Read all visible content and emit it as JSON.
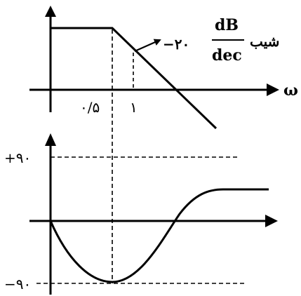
{
  "magnitude_plot": {
    "slope_word": "شیب",
    "slope_coefficient": "−۲۰",
    "slope_unit_numerator": "dB",
    "slope_unit_denominator": "dec",
    "corner_frequency_label": "۰/۵",
    "unit_frequency_label": "۱",
    "x_axis_label": "ω"
  },
  "phase_plot": {
    "upper_level_label": "+۹۰",
    "lower_level_label": "−۹۰"
  },
  "colors": {
    "ink": "#000000",
    "background": "#ffffff"
  }
}
